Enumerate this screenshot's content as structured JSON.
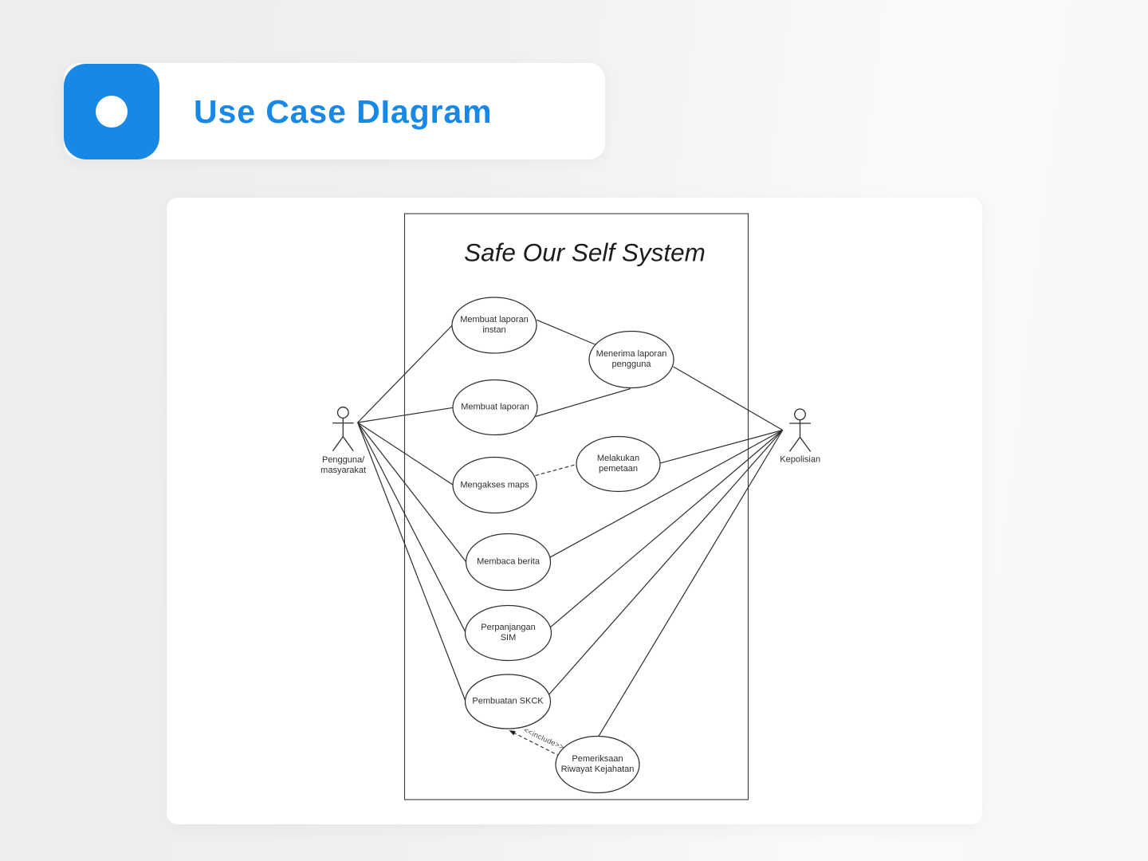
{
  "header": {
    "title": "Use Case DIagram",
    "accent_color": "#1788e5",
    "badge_icon": "circle-icon"
  },
  "diagram": {
    "system_title": "Safe Our Self System",
    "actors": [
      {
        "id": "pengguna",
        "label": "Pengguna/\nmasyarakat"
      },
      {
        "id": "kepolisian",
        "label": "Kepolisian"
      }
    ],
    "use_cases": [
      {
        "id": "membuat-laporan-instan",
        "label": "Membuat laporan\ninstan"
      },
      {
        "id": "menerima-laporan-pengguna",
        "label": "Menerima laporan\npengguna"
      },
      {
        "id": "membuat-laporan",
        "label": "Membuat laporan"
      },
      {
        "id": "mengakses-maps",
        "label": "Mengakses maps"
      },
      {
        "id": "melakukan-pemetaan",
        "label": "Melakukan\npemetaan"
      },
      {
        "id": "membaca-berita",
        "label": "Membaca berita"
      },
      {
        "id": "perpanjangan-sim",
        "label": "Perpanjangan\nSIM"
      },
      {
        "id": "pembuatan-skck",
        "label": "Pembuatan SKCK"
      },
      {
        "id": "pemeriksaan-riwayat",
        "label": "Pemeriksaan\nRiwayat Kejahatan"
      }
    ],
    "relations": {
      "include_label": "<<include>>",
      "connections": [
        {
          "from": "pengguna",
          "to": "membuat-laporan-instan",
          "style": "solid"
        },
        {
          "from": "pengguna",
          "to": "membuat-laporan",
          "style": "solid"
        },
        {
          "from": "pengguna",
          "to": "mengakses-maps",
          "style": "solid"
        },
        {
          "from": "pengguna",
          "to": "membaca-berita",
          "style": "solid"
        },
        {
          "from": "pengguna",
          "to": "perpanjangan-sim",
          "style": "solid"
        },
        {
          "from": "pengguna",
          "to": "pembuatan-skck",
          "style": "solid"
        },
        {
          "from": "membuat-laporan-instan",
          "to": "menerima-laporan-pengguna",
          "style": "solid"
        },
        {
          "from": "membuat-laporan",
          "to": "menerima-laporan-pengguna",
          "style": "solid"
        },
        {
          "from": "menerima-laporan-pengguna",
          "to": "kepolisian",
          "style": "solid"
        },
        {
          "from": "melakukan-pemetaan",
          "to": "kepolisian",
          "style": "solid"
        },
        {
          "from": "membaca-berita",
          "to": "kepolisian",
          "style": "solid"
        },
        {
          "from": "perpanjangan-sim",
          "to": "kepolisian",
          "style": "solid"
        },
        {
          "from": "pembuatan-skck",
          "to": "kepolisian",
          "style": "solid"
        },
        {
          "from": "pemeriksaan-riwayat",
          "to": "kepolisian",
          "style": "solid"
        },
        {
          "from": "mengakses-maps",
          "to": "melakukan-pemetaan",
          "style": "dashed"
        },
        {
          "from": "pemeriksaan-riwayat",
          "to": "pembuatan-skck",
          "style": "dashed-include-arrow"
        }
      ]
    }
  }
}
